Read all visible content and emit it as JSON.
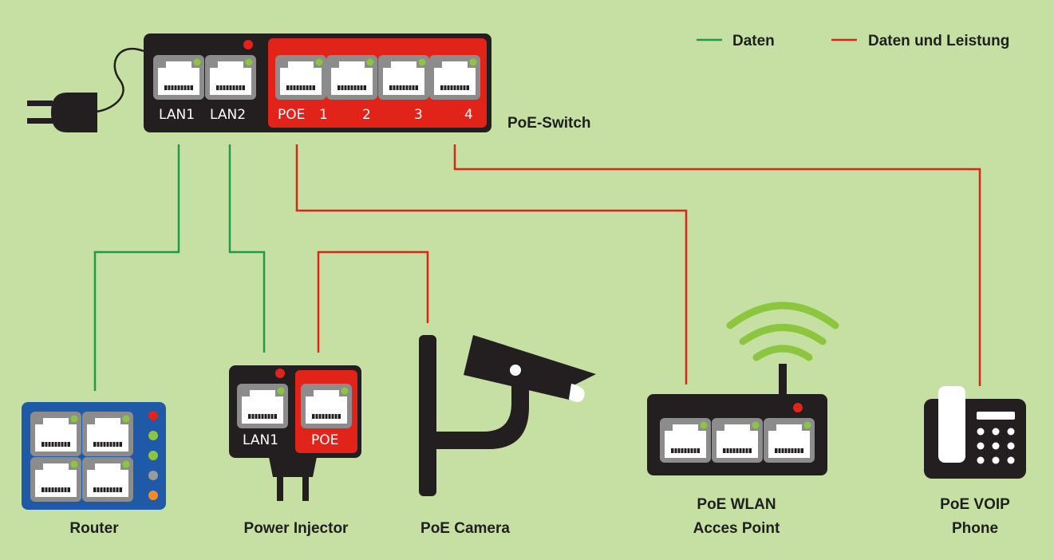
{
  "legend": {
    "data": {
      "label": "Daten",
      "color": "#1f9a4b"
    },
    "power": {
      "label": "Daten und Leistung",
      "color": "#e2231a"
    }
  },
  "switch": {
    "name": "PoE-Switch",
    "ports": [
      "LAN1",
      "LAN2",
      "POE",
      "1",
      "2",
      "3",
      "4"
    ]
  },
  "router": {
    "name": "Router"
  },
  "injector": {
    "name": "Power Injector",
    "ports": [
      "LAN1",
      "POE"
    ]
  },
  "camera": {
    "name": "PoE Camera"
  },
  "access_point": {
    "name_line1": "PoE WLAN",
    "name_line2": "Acces Point"
  },
  "phone": {
    "name_line1": "PoE VOIP",
    "name_line2": "Phone"
  },
  "colors": {
    "device": "#231f20",
    "poe_red": "#e2231a",
    "router_blue": "#1e5aa8",
    "port_gray": "#8c8c8c",
    "led_green": "#8cc63f"
  }
}
